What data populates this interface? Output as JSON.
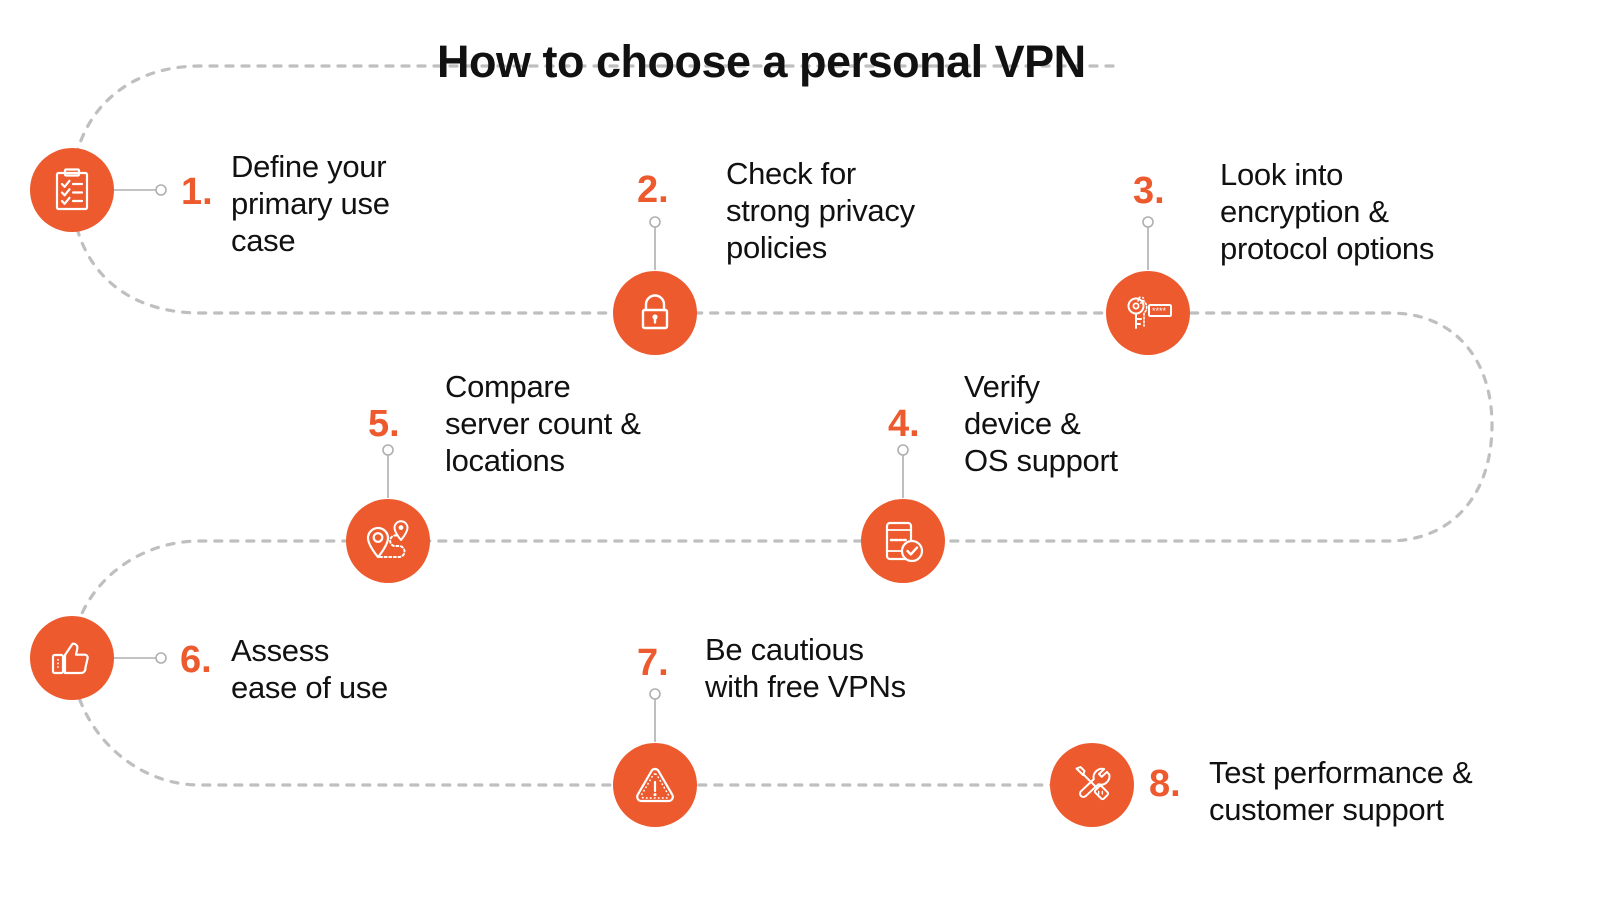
{
  "title": "How to choose a personal VPN",
  "theme": {
    "accent": "#EC5A2E",
    "text": "#111111",
    "path": "#BFBFBF",
    "background": "#FFFFFF",
    "icon_stroke": "#FFFFFF"
  },
  "steps": [
    {
      "number": "1.",
      "label": "Define your\nprimary use\ncase",
      "icon": "clipboard-checklist-icon",
      "connector": "horizontal"
    },
    {
      "number": "2.",
      "label": "Check for\nstrong privacy\npolicies",
      "icon": "padlock-icon",
      "connector": "vertical-up"
    },
    {
      "number": "3.",
      "label": "Look into\nencryption &\nprotocol options",
      "icon": "keys-password-icon",
      "connector": "vertical-up"
    },
    {
      "number": "4.",
      "label": "Verify\ndevice &\nOS support",
      "icon": "phone-check-icon",
      "connector": "vertical-up"
    },
    {
      "number": "5.",
      "label": "Compare\nserver count &\nlocations",
      "icon": "map-pins-route-icon",
      "connector": "vertical-up"
    },
    {
      "number": "6.",
      "label": "Assess\nease of use",
      "icon": "thumbs-up-icon",
      "connector": "horizontal"
    },
    {
      "number": "7.",
      "label": "Be cautious\nwith free VPNs",
      "icon": "warning-triangle-icon",
      "connector": "vertical-up"
    },
    {
      "number": "8.",
      "label": "Test performance &\ncustomer support",
      "icon": "wrench-screwdriver-icon",
      "connector": "none"
    }
  ]
}
